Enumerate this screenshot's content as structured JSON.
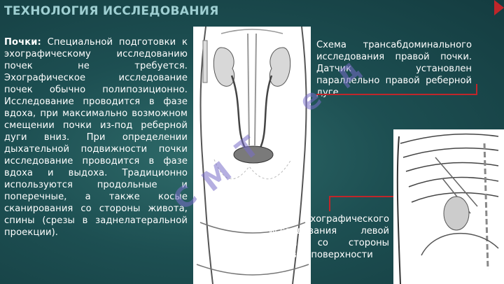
{
  "title": "ТЕХНОЛОГИЯ ИССЛЕДОВАНИЯ",
  "main": {
    "lead": "Почки:",
    "body": " Специальной подготовки к эхографическому исследованию почек не требуется. Эхографическое исследование почек обычно полипозиционно. Исследование проводится в фазе вдоха, при максимально возможном смещении почки из-под реберной дуги вниз. При определении дыхательной подвижности почки исследование проводится в фазе вдоха и выдоха. Традиционно используются продольные и поперечные, а также косые сканирования со стороны живота, спины (срезы в заднелатеральной проекции)."
  },
  "captions": {
    "transabdominal": "Схема трансабдоминального исследования правой почки. Датчик установлен параллельно правой реберной дуге",
    "lateral": "Схема эхографического исследования левой почки со стороны боковой поверхности"
  },
  "colors": {
    "title": "#9fcfd2",
    "accent": "#c0262a",
    "background": "#1d4f52"
  }
}
